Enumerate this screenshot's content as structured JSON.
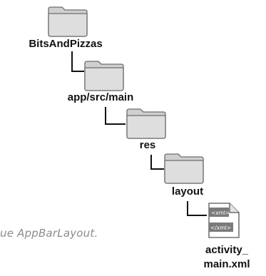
{
  "tree": {
    "root_folder": {
      "label": "BitsAndPizzas",
      "icon": "folder-icon"
    },
    "level1_folder": {
      "label": "app/src/main",
      "icon": "folder-icon"
    },
    "level2_folder": {
      "label": "res",
      "icon": "folder-icon"
    },
    "level3_folder": {
      "label": "layout",
      "icon": "folder-icon"
    },
    "file": {
      "label_line1": "activity_",
      "label_line2": "main.xml",
      "icon": "xml-file-icon",
      "badge_open": "<xml>",
      "badge_close": "</xml>"
    }
  },
  "annotation": {
    "text": "ue AppBarLayout."
  },
  "colors": {
    "folder_fill": "#d6d6d6",
    "folder_stroke": "#6e6e6e",
    "connector": "#111111",
    "note_text": "#8c8c8c",
    "file_badge": "#7a7a7a"
  }
}
